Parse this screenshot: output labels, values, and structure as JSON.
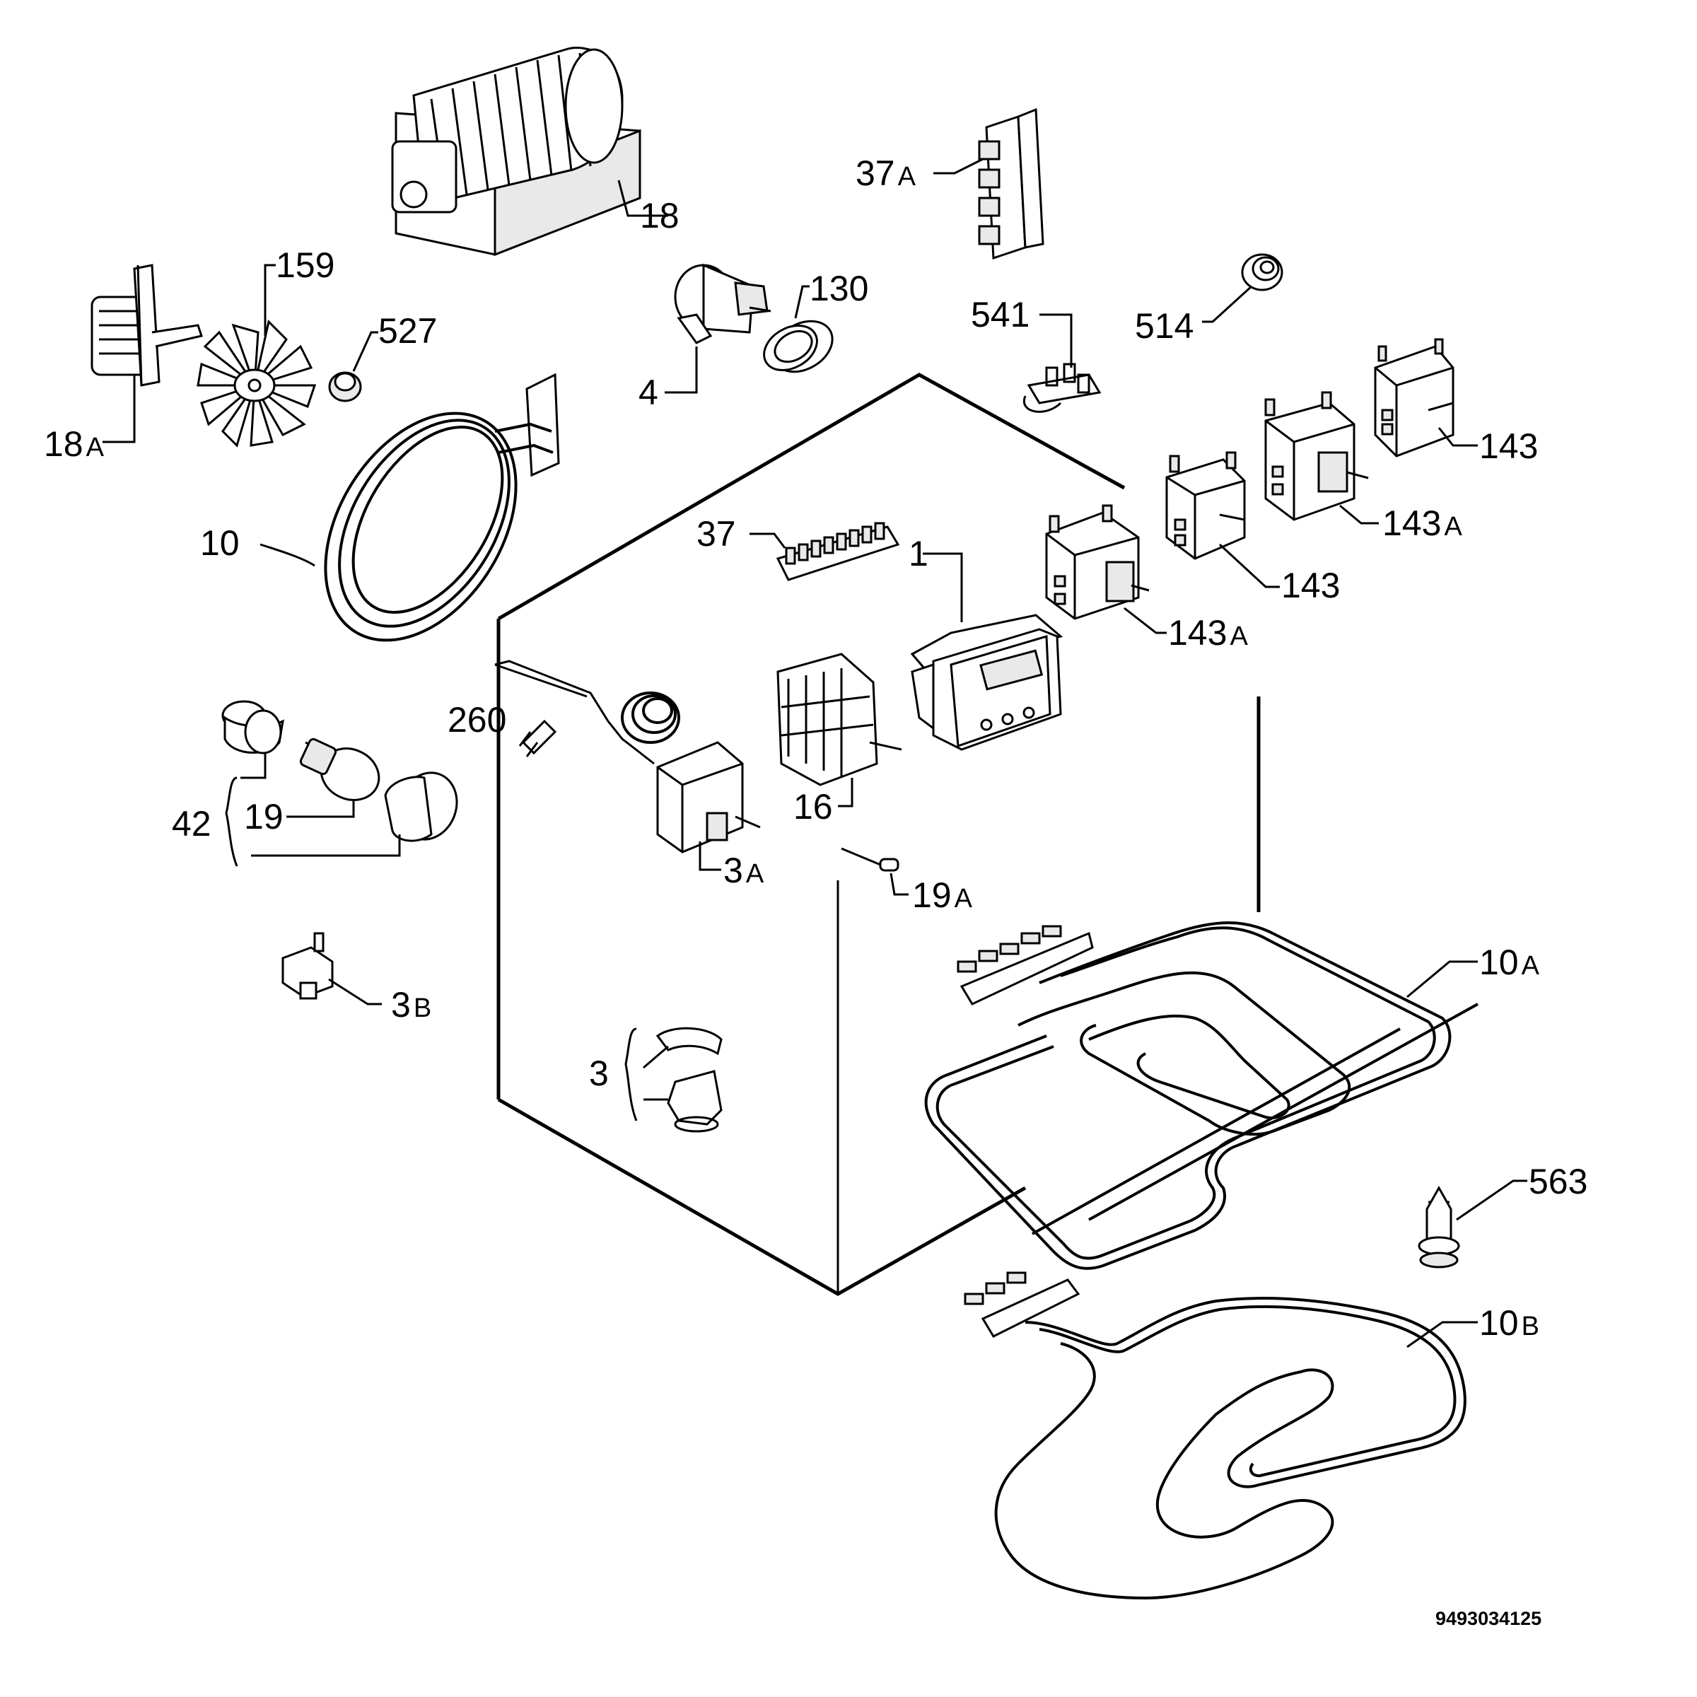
{
  "labels": {
    "l_18": "18",
    "l_18a": "18",
    "l_18a_s": "A",
    "l_159": "159",
    "l_527": "527",
    "l_4": "4",
    "l_130": "130",
    "l_37a": "37",
    "l_37a_s": "A",
    "l_541": "541",
    "l_514": "514",
    "l_143_top": "143",
    "l_143a_top": "143",
    "l_143a_top_s": "A",
    "l_143_mid": "143",
    "l_143a_mid": "143",
    "l_143a_mid_s": "A",
    "l_10": "10",
    "l_37": "37",
    "l_1": "1",
    "l_260": "260",
    "l_16": "16",
    "l_42": "42",
    "l_19": "19",
    "l_3a": "3",
    "l_3a_s": "A",
    "l_19a": "19",
    "l_19a_s": "A",
    "l_3b": "3",
    "l_3b_s": "B",
    "l_3": "3",
    "l_10a": "10",
    "l_10a_s": "A",
    "l_563": "563",
    "l_10b": "10",
    "l_10b_s": "B"
  },
  "document_number": "9493034125"
}
